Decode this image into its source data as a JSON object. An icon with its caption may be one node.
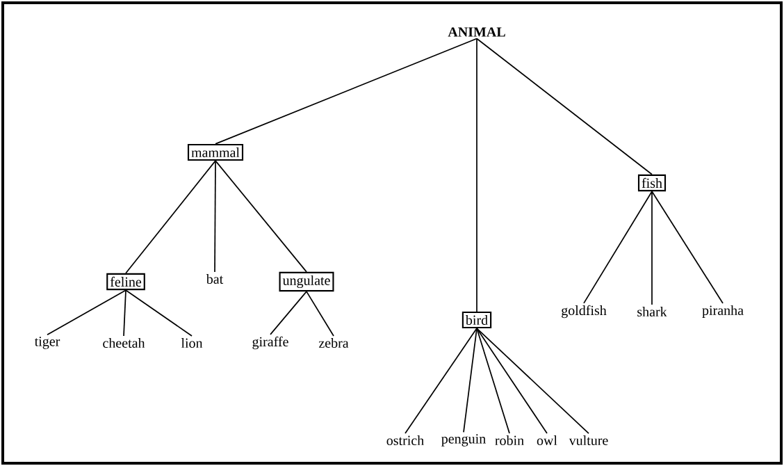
{
  "diagram": {
    "nodes": [
      {
        "text": [
          "ANIMAL"
        ]
      },
      {
        "text": [
          "mammal"
        ]
      },
      {
        "text": [
          "bird"
        ]
      },
      {
        "text": [
          "fish"
        ]
      },
      {
        "text": [
          "feline"
        ]
      },
      {
        "text": [
          "bat"
        ]
      },
      {
        "text": [
          "ungulate"
        ]
      },
      {
        "text": [
          "tiger"
        ]
      },
      {
        "text": [
          "cheetah"
        ]
      },
      {
        "text": [
          "lion"
        ]
      },
      {
        "text": [
          "giraffe"
        ]
      },
      {
        "text": [
          "zebra"
        ]
      },
      {
        "text": [
          "ostrich"
        ]
      },
      {
        "text": [
          "penguin"
        ]
      },
      {
        "text": [
          "robin"
        ]
      },
      {
        "text": [
          "owl"
        ]
      },
      {
        "text": [
          "vulture"
        ]
      },
      {
        "text": [
          "goldfish"
        ]
      },
      {
        "text": [
          "shark"
        ]
      },
      {
        "text": [
          "piranha"
        ]
      }
    ],
    "edges": [
      {
        "from": 0,
        "to": 1,
        "arrow": "none"
      },
      {
        "from": 0,
        "to": 2,
        "arrow": "none"
      },
      {
        "from": 0,
        "to": 3,
        "arrow": "none"
      },
      {
        "from": 1,
        "to": 4,
        "arrow": "none"
      },
      {
        "from": 1,
        "to": 5,
        "arrow": "none"
      },
      {
        "from": 1,
        "to": 6,
        "arrow": "none"
      },
      {
        "from": 4,
        "to": 7,
        "arrow": "none"
      },
      {
        "from": 4,
        "to": 8,
        "arrow": "none"
      },
      {
        "from": 4,
        "to": 9,
        "arrow": "none"
      },
      {
        "from": 6,
        "to": 10,
        "arrow": "none"
      },
      {
        "from": 6,
        "to": 11,
        "arrow": "none"
      },
      {
        "from": 2,
        "to": 12,
        "arrow": "none"
      },
      {
        "from": 2,
        "to": 13,
        "arrow": "none"
      },
      {
        "from": 2,
        "to": 14,
        "arrow": "none"
      },
      {
        "from": 2,
        "to": 15,
        "arrow": "none"
      },
      {
        "from": 2,
        "to": 16,
        "arrow": "none"
      },
      {
        "from": 3,
        "to": 17,
        "arrow": "none"
      },
      {
        "from": 3,
        "to": 18,
        "arrow": "none"
      },
      {
        "from": 3,
        "to": 19,
        "arrow": "none"
      }
    ]
  }
}
